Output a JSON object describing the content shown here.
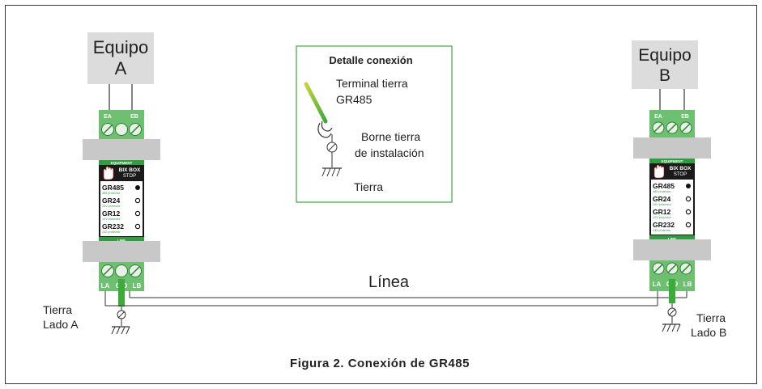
{
  "equipment_a": {
    "line1": "Equipo",
    "line2": "A"
  },
  "equipment_b": {
    "line1": "Equipo",
    "line2": "B"
  },
  "terminal_labels": {
    "ea": "EA",
    "eb": "EB",
    "la": "LA",
    "gd": "G D",
    "lb": "LB"
  },
  "module": {
    "header": "EQUIPMENT",
    "footer": "LINE",
    "logo_line1": "BIX BOX",
    "logo_line2": "STOP",
    "rows": [
      {
        "name": "GR485",
        "sub": "485 protector",
        "selected": true
      },
      {
        "name": "GR24",
        "sub": "24V protector",
        "selected": false
      },
      {
        "name": "GR12",
        "sub": "12V protector",
        "selected": false
      },
      {
        "name": "GR232",
        "sub": "232 protector",
        "selected": false
      }
    ]
  },
  "detail": {
    "title": "Detalle conexión",
    "terminal_line1": "Terminal tierra",
    "terminal_line2": "GR485",
    "borne_line1": "Borne tierra",
    "borne_line2": "de instalación",
    "tierra": "Tierra"
  },
  "line_label": "Línea",
  "ground_a": {
    "line1": "Tierra",
    "line2": "Lado A"
  },
  "ground_b": {
    "line1": "Tierra",
    "line2": "Lado B"
  },
  "caption": "Figura 2. Conexión de GR485",
  "colors": {
    "terminal_green": "#6cc070",
    "cable_green": "#3daa3a",
    "wire_yellow": "#c8d43a",
    "band_gray": "#c8c8c8",
    "box_gray": "#dcdcdc",
    "module_dark": "#1a1a1a",
    "accent_green": "#2e9e3e"
  }
}
